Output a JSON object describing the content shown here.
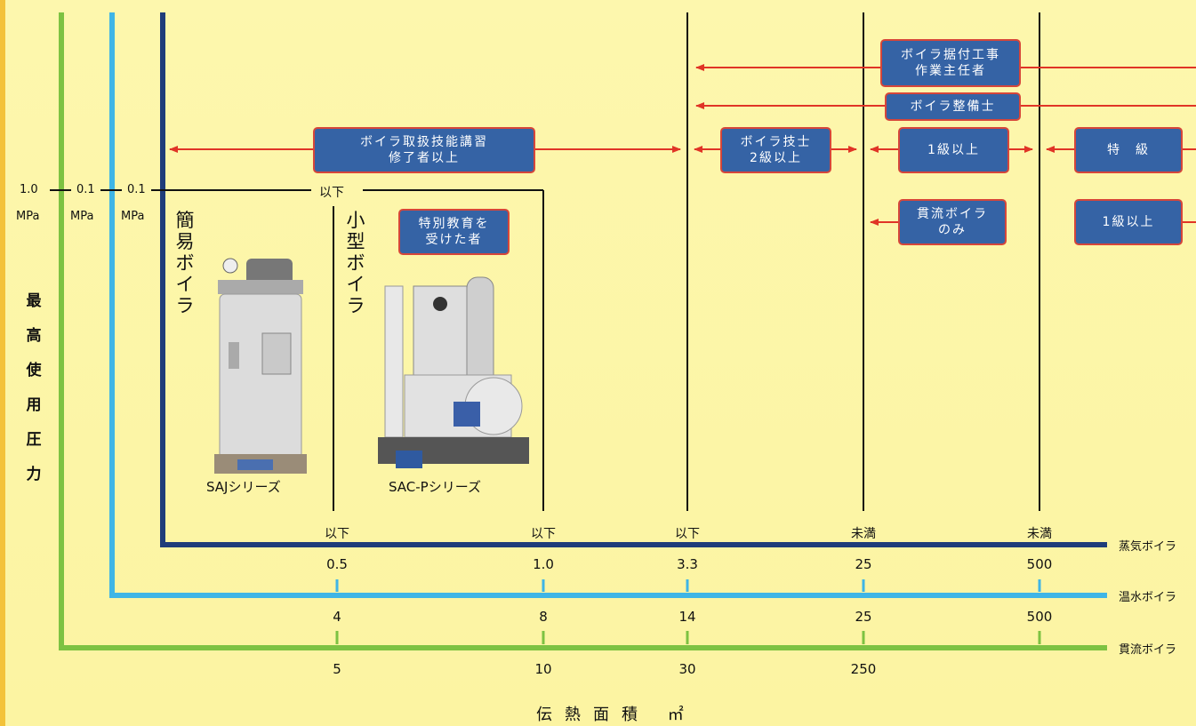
{
  "pressure_labels": [
    {
      "value": "1.0",
      "unit": "MPa"
    },
    {
      "value": "0.1",
      "unit": "MPa"
    },
    {
      "value": "0.1",
      "unit": "MPa"
    }
  ],
  "y_axis_title": "最高使用圧力",
  "x_axis_title": "伝熱面積 ㎡",
  "boiler_types": {
    "steam": "蒸気ボイラ",
    "hot_water": "温水ボイラ",
    "once_through": "貫流ボイラ"
  },
  "steam_axis": {
    "values": [
      "0.5",
      "1.0",
      "3.3",
      "25",
      "500"
    ],
    "qualifiers": [
      "以下",
      "以下",
      "以下",
      "未満",
      "未満"
    ]
  },
  "hot_water_axis": {
    "values": [
      "4",
      "8",
      "14",
      "25",
      "500"
    ]
  },
  "once_through_axis": {
    "values": [
      "5",
      "10",
      "30",
      "250"
    ]
  },
  "pressure_qualifier": "以下",
  "categories": {
    "simple": "簡易ボイラ",
    "small": "小型ボイラ"
  },
  "qualifications": {
    "install_chief": "ボイラ据付工事\n作業主任者",
    "maintenance": "ボイラ整備士",
    "handling_course": "ボイラ取扱技能講習\n修了者以上",
    "engineer_2nd": "ボイラ技士\n2級以上",
    "grade1_a": "1級以上",
    "special": "特　級",
    "once_through_only": "貫流ボイラ\nのみ",
    "grade1_b": "1級以上",
    "special_education": "特別教育を\n受けた者"
  },
  "products": [
    {
      "name": "SAJシリーズ"
    },
    {
      "name": "SAC-Pシリーズ"
    }
  ],
  "colors": {
    "steam": "#1f3d7a",
    "hot_water": "#3fb5e6",
    "once_through": "#7dc242",
    "box": "#3563a5",
    "arrow": "#e03426"
  }
}
